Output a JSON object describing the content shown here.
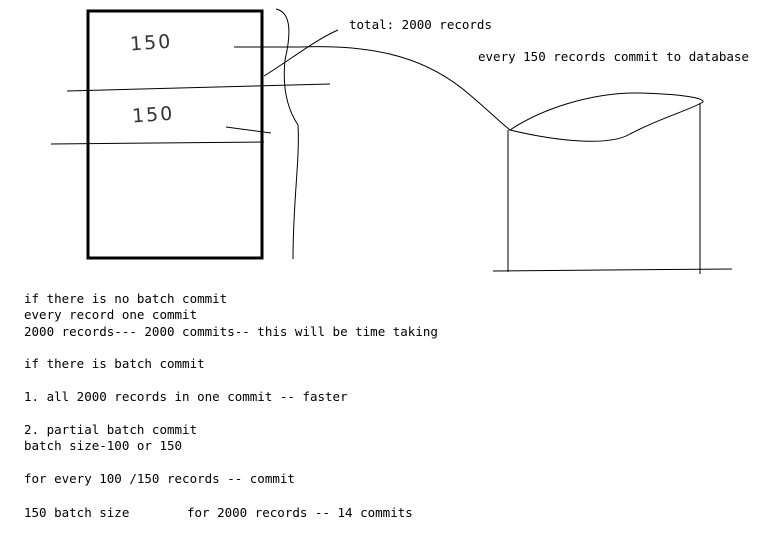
{
  "diagram": {
    "box_labels": [
      "150",
      "150"
    ],
    "total_label": "total: 2000 records",
    "commit_label": "every 150 records commit to database"
  },
  "notes": {
    "no_batch_heading": "if there is no batch commit",
    "no_batch_line1": "every record one commit",
    "no_batch_line2": "2000 records--- 2000 commits-- this will be time taking",
    "batch_heading": "if there is batch commit",
    "option1": "1. all 2000 records in one commit -- faster",
    "option2_heading": "2. partial batch commit",
    "option2_size": "batch size-100 or 150",
    "every_commit": "for every 100 /150 records -- commit",
    "batch_size_label": "150 batch size",
    "batch_size_result": "for 2000 records -- 14 commits"
  }
}
